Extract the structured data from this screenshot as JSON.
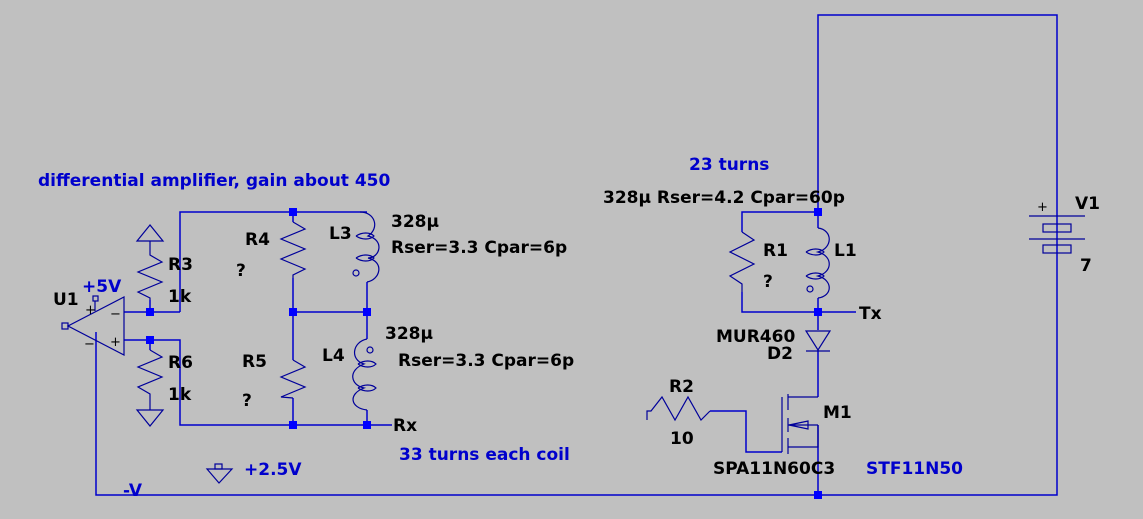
{
  "comments": {
    "amp_title": "differential amplifier, gain about 450",
    "tx_turns": "23 turns",
    "rx_turns": "33 turns each coil",
    "mosfet_alt": "STF11N50"
  },
  "components": {
    "U1": {
      "name": "U1",
      "supply_pos": "+5V",
      "supply_neg": "-V"
    },
    "R3": {
      "name": "R3",
      "value": "1k"
    },
    "R6": {
      "name": "R6",
      "value": "1k"
    },
    "R4": {
      "name": "R4",
      "value": "?"
    },
    "R5": {
      "name": "R5",
      "value": "?"
    },
    "L3": {
      "name": "L3",
      "value": "328µ",
      "params": "Rser=3.3 Cpar=6p"
    },
    "L4": {
      "name": "L4",
      "value": "328µ",
      "params": "Rser=3.3 Cpar=6p"
    },
    "R1": {
      "name": "R1",
      "value": "?"
    },
    "L1": {
      "name": "L1",
      "spec": "328µ Rser=4.2 Cpar=60p"
    },
    "D2": {
      "name": "D2",
      "value": "MUR460"
    },
    "R2": {
      "name": "R2",
      "value": "10"
    },
    "M1": {
      "name": "M1",
      "value": "SPA11N60C3"
    },
    "V1": {
      "name": "V1",
      "value": "7",
      "plus": "+"
    }
  },
  "nets": {
    "rx": "Rx",
    "tx": "Tx",
    "ref": "+2.5V",
    "neg": "-V"
  },
  "opamp_pins": {
    "plus": "+",
    "minus": "−"
  }
}
